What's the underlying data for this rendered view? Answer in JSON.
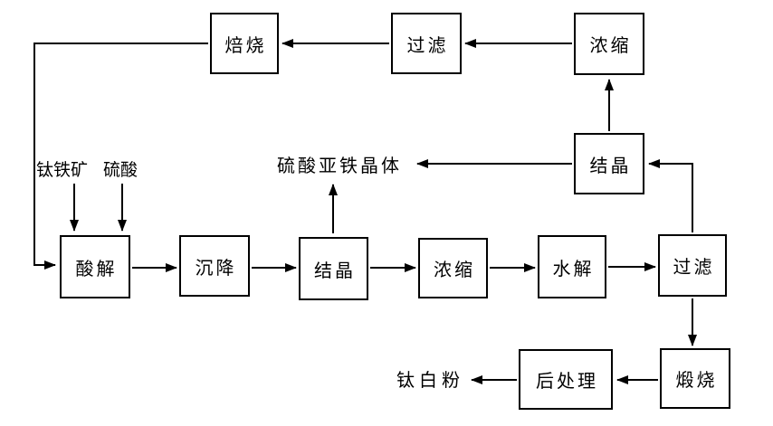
{
  "diagram": {
    "type": "flowchart",
    "language": "zh",
    "colors": {
      "line": "#000000",
      "box_border": "#000000",
      "background": "#ffffff",
      "text": "#000000"
    },
    "boxes": {
      "roast": "焙烧",
      "filter_top": "过滤",
      "concentrate_top": "浓缩",
      "crystallize_right": "结晶",
      "acidolysis": "酸解",
      "settle": "沉降",
      "crystallize_main": "结晶",
      "concentrate_main": "浓缩",
      "hydrolysis": "水解",
      "filter_main": "过滤",
      "calcine": "煅烧",
      "post_process": "后处理"
    },
    "labels": {
      "ilmenite": "钛铁矿",
      "sulfuric_acid": "硫酸",
      "ferrous_sulfate_crystals": "硫酸亚铁晶体",
      "titanium_white_powder": "钛白粉"
    },
    "flows": [
      "钛铁矿 → 酸解",
      "硫酸 → 酸解",
      "酸解 → 沉降 → 结晶 → 浓缩 → 水解 → 过滤",
      "结晶 → 硫酸亚铁晶体",
      "过滤 → 结晶(右) → 浓缩(上) → 过滤(上) → 焙烧 → 酸解",
      "过滤 → 煅烧 → 后处理 → 钛白粉"
    ]
  }
}
